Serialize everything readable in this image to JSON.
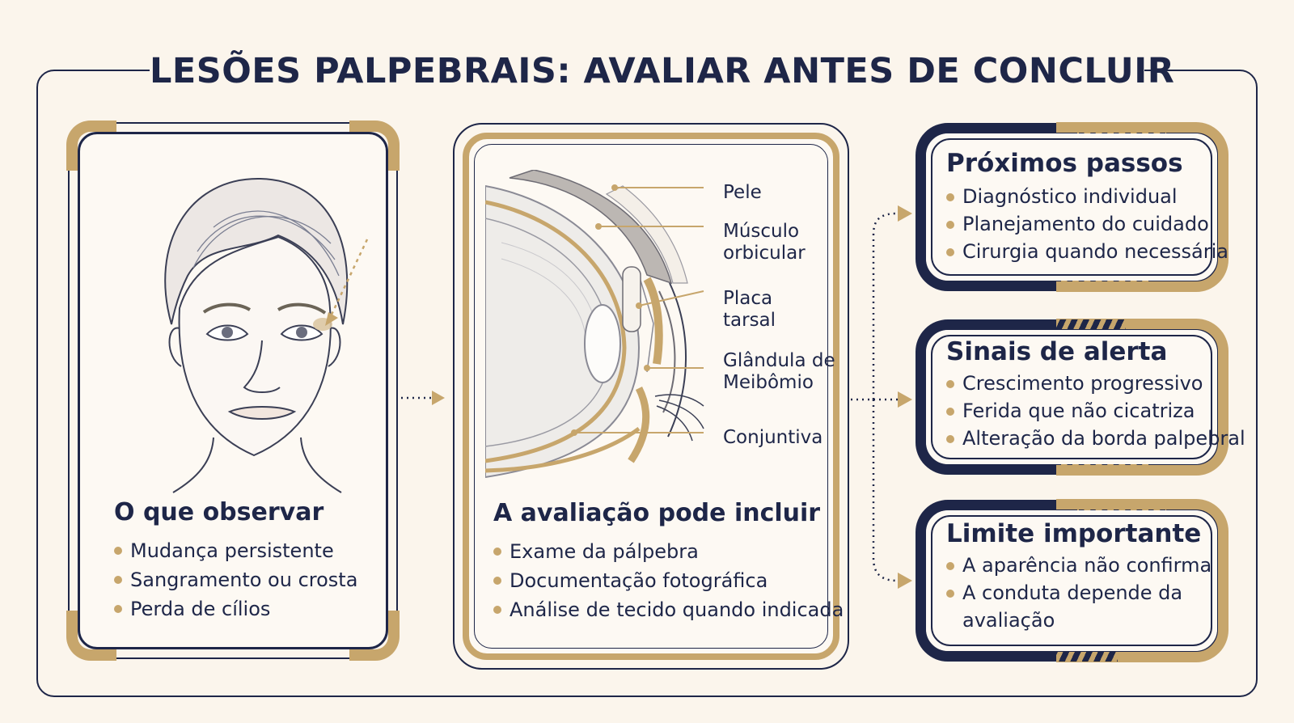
{
  "title": "LESÕES PALPEBRAIS: AVALIAR ANTES DE CONCLUIR",
  "colors": {
    "navy": "#1e2648",
    "gold": "#c7a66c",
    "background": "#fbf5ec"
  },
  "panel_observe": {
    "heading": "O que observar",
    "items": [
      "Mudança persistente",
      "Sangramento ou crosta",
      "Perda de cílios"
    ],
    "illustration": "face-line-drawing"
  },
  "panel_evaluation": {
    "heading": "A avaliação pode incluir",
    "items": [
      "Exame da pálpebra",
      "Documentação fotográfica",
      "Análise de tecido quando indicada"
    ],
    "illustration": "eyelid-cross-section",
    "anatomy_labels": {
      "pele": "Pele",
      "musculo_1": "Músculo",
      "musculo_2": "orbicular",
      "placa_1": "Placa",
      "placa_2": "tarsal",
      "glandula_1": "Glândula de",
      "glandula_2": "Meibômio",
      "conjuntiva": "Conjuntiva"
    }
  },
  "box_next_steps": {
    "heading": "Próximos passos",
    "items": [
      "Diagnóstico individual",
      "Planejamento do cuidado",
      "Cirurgia quando necessária"
    ]
  },
  "box_warning_signs": {
    "heading": "Sinais de alerta",
    "items": [
      "Crescimento progressivo",
      "Ferida que não cicatriza",
      "Alteração da borda palpebral"
    ]
  },
  "box_limit": {
    "heading": "Limite importante",
    "items": [
      "A aparência não confirma",
      "A conduta depende da",
      "avaliação"
    ]
  }
}
